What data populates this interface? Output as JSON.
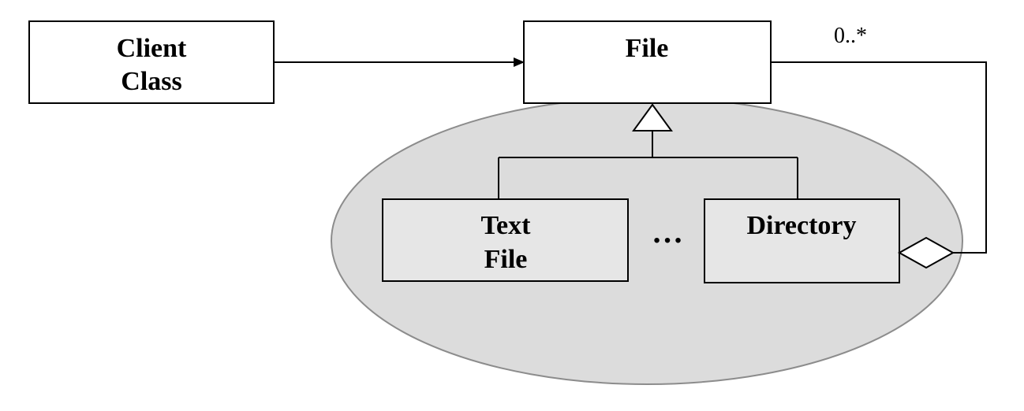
{
  "colors": {
    "region_fill": "#dcdcdc",
    "region_stroke": "#8c8c8c",
    "box_fill": "#ffffff",
    "inner_box_fill": "#e6e6e6",
    "line": "#000000"
  },
  "nodes": {
    "client_class": {
      "line1": "Client",
      "line2": "Class"
    },
    "file": {
      "label": "File"
    },
    "text_file": {
      "line1": "Text",
      "line2": "File"
    },
    "directory": {
      "label": "Directory"
    }
  },
  "ellipsis": "…",
  "aggregation": {
    "multiplicity": "0..*"
  }
}
